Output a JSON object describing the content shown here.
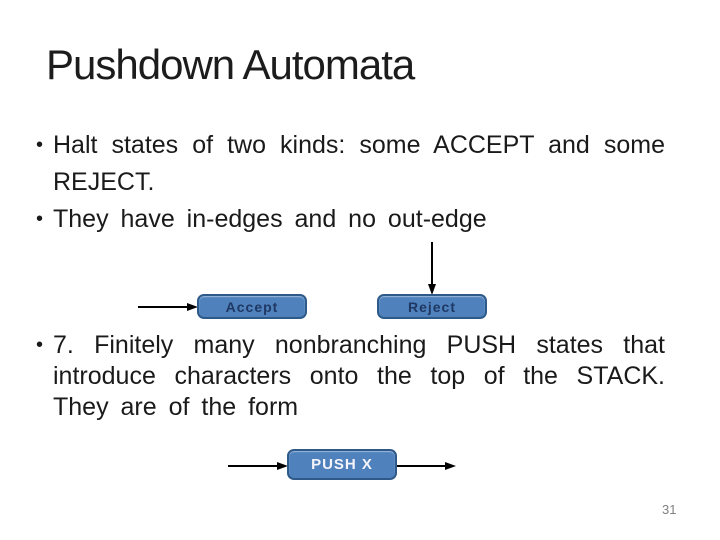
{
  "slide": {
    "title": "Pushdown Automata",
    "bullet_char": "•",
    "page_number": "31",
    "colors": {
      "background": "#ffffff",
      "body_text": "#1a1a1a",
      "box_fill": "#4f81bd",
      "box_border": "#2e5a8a",
      "box_label_dark": "#1f3864",
      "box_label_light": "#f4f4fa",
      "arrow": "#000000",
      "page_number": "#808080"
    }
  },
  "bullets_top": [
    {
      "lines": [
        "Halt states of two kinds: some ACCEPT and some",
        "REJECT."
      ]
    },
    {
      "lines": [
        "They  have in-edges  and  no  out-edge"
      ]
    }
  ],
  "bullets_bottom": [
    {
      "lines": [
        "7. Finitely many nonbranching PUSH states that",
        "introduce characters onto the top of the STACK.",
        "They are of the form"
      ]
    }
  ],
  "diagram": {
    "accept_label": "Accept",
    "reject_label": "Reject",
    "push_label": "PUSH X"
  }
}
